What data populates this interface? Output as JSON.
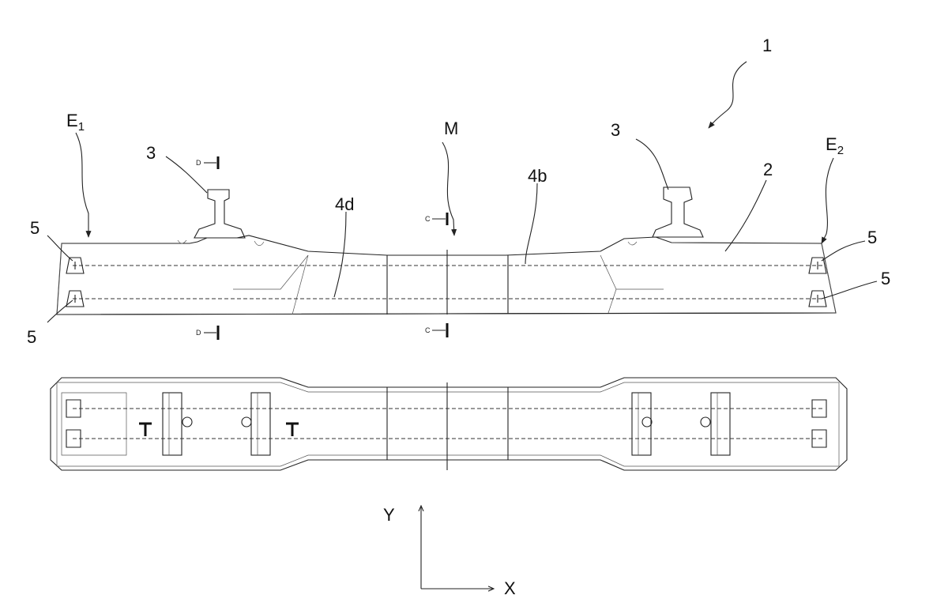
{
  "labels": {
    "ref_1": "1",
    "ref_E1": "E",
    "ref_E1_sub": "1",
    "ref_E2": "E",
    "ref_E2_sub": "2",
    "ref_M": "M",
    "ref_3_left": "3",
    "ref_3_right": "3",
    "ref_2": "2",
    "ref_4b": "4b",
    "ref_4d": "4d",
    "ref_5_top_left": "5",
    "ref_5_bottom_left": "5",
    "ref_5_top_right": "5",
    "ref_5_bottom_right": "5"
  },
  "section_marks": {
    "d_top": "D",
    "d_bottom": "D",
    "c_top": "C",
    "c_bottom": "C"
  },
  "axes": {
    "y_label": "Y",
    "x_label": "X"
  }
}
